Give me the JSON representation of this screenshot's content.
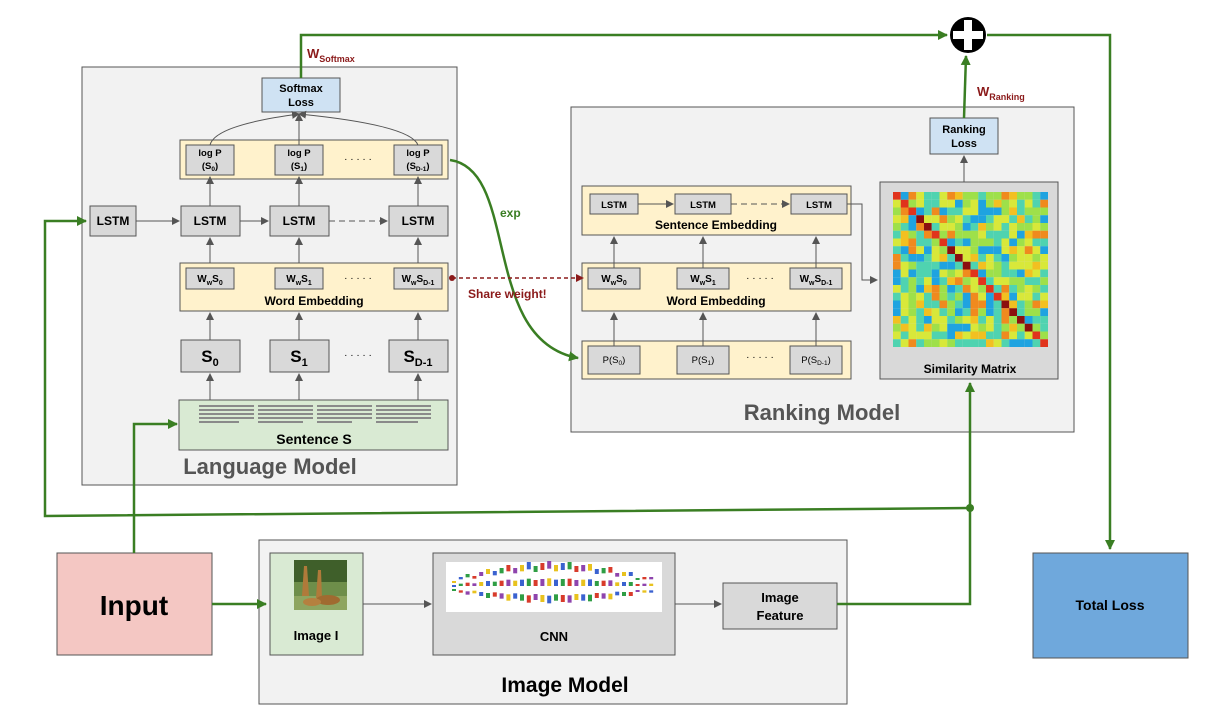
{
  "language_model": {
    "title": "Language Model",
    "softmax_loss": [
      "Softmax",
      "Loss"
    ],
    "logp": [
      {
        "line1": "log P",
        "line2_base": "(S",
        "line2_sub": "0",
        "line2_end": ")"
      },
      {
        "line1": "log P",
        "line2_base": "(S",
        "line2_sub": "1",
        "line2_end": ")"
      },
      {
        "line1": "log P",
        "line2_base": "(S",
        "line2_sub": "D-1",
        "line2_end": ")"
      }
    ],
    "lstm_label": "LSTM",
    "embeddings": [
      {
        "w": "W",
        "wsub": "w",
        "s": "S",
        "ssub": "0"
      },
      {
        "w": "W",
        "wsub": "w",
        "s": "S",
        "ssub": "1"
      },
      {
        "w": "W",
        "wsub": "w",
        "s": "S",
        "ssub": "D-1"
      }
    ],
    "word_embedding": "Word Embedding",
    "tokens": [
      {
        "base": "S",
        "sub": "0"
      },
      {
        "base": "S",
        "sub": "1"
      },
      {
        "base": "S",
        "sub": "D-1"
      }
    ],
    "dots": "· · · · ·",
    "sentence": "Sentence S"
  },
  "ranking_model": {
    "title": "Ranking Model",
    "ranking_loss": [
      "Ranking",
      "Loss"
    ],
    "lstm_label": "LSTM",
    "sentence_embedding": "Sentence Embedding",
    "embeddings": [
      {
        "w": "W",
        "wsub": "w",
        "s": "S",
        "ssub": "0"
      },
      {
        "w": "W",
        "wsub": "w",
        "s": "S",
        "ssub": "1"
      },
      {
        "w": "W",
        "wsub": "w",
        "s": "S",
        "ssub": "D-1"
      }
    ],
    "word_embedding": "Word Embedding",
    "probs": [
      {
        "base": "P(S",
        "sub": "0",
        "end": ")"
      },
      {
        "base": "P(S",
        "sub": "1",
        "end": ")"
      },
      {
        "base": "P(S",
        "sub": "D-1",
        "end": ")"
      }
    ],
    "dots": "· · · · ·",
    "similarity": "Similarity Matrix"
  },
  "image_model": {
    "title": "Image Model",
    "image_label": "Image I",
    "cnn_label": "CNN",
    "feature": [
      "Image",
      "Feature"
    ]
  },
  "input_label": "Input",
  "total_loss": "Total Loss",
  "labels": {
    "w_softmax": {
      "base": "W",
      "sub": "Softmax"
    },
    "w_ranking": {
      "base": "W",
      "sub": "Ranking"
    },
    "exp": "exp",
    "share_weight": "Share weight!"
  },
  "colors": {
    "green_arrow": "#3a7e23",
    "dark_red": "#8b1a1a",
    "panel_fill": "#f2f2f2",
    "blue_box": "#cfe2f3",
    "yellow_box": "#fff2cc",
    "grey_box": "#d9d9d9",
    "green_box": "#d9ead3",
    "input_fill": "#f4c7c3",
    "total_loss_fill": "#6fa8dc"
  }
}
